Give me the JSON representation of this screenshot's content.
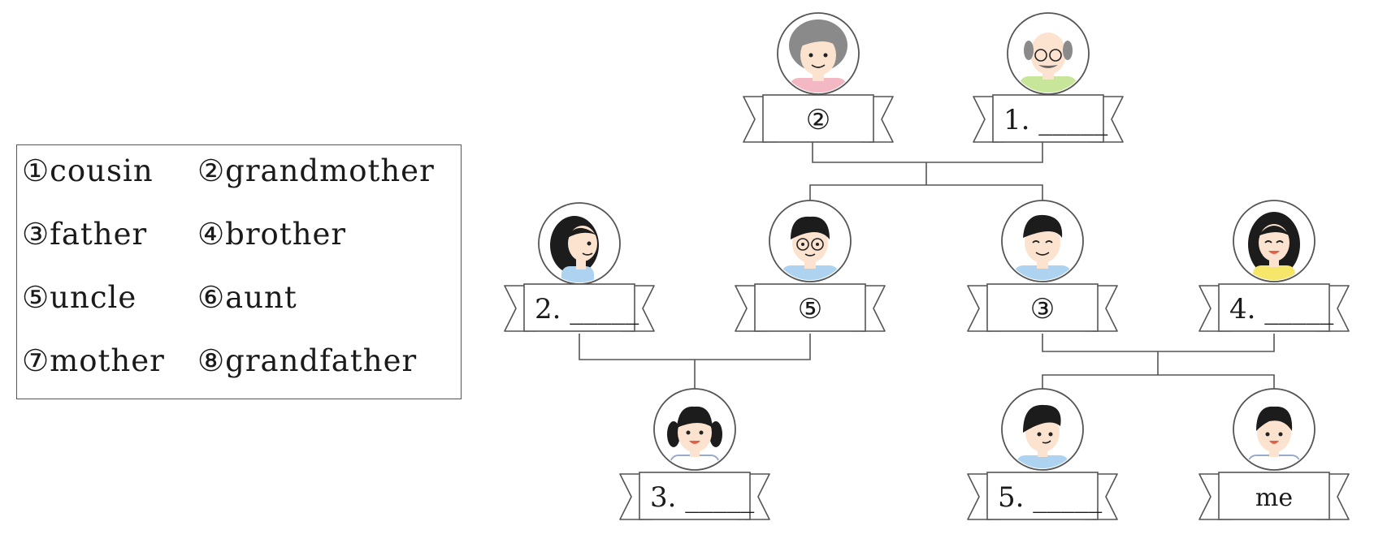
{
  "word_box": {
    "items": [
      {
        "num": "①",
        "word": "cousin"
      },
      {
        "num": "②",
        "word": "grandmother"
      },
      {
        "num": "③",
        "word": "father"
      },
      {
        "num": "④",
        "word": "brother"
      },
      {
        "num": "⑤",
        "word": "uncle"
      },
      {
        "num": "⑥",
        "word": "aunt"
      },
      {
        "num": "⑦",
        "word": "mother"
      },
      {
        "num": "⑧",
        "word": "grandfather"
      }
    ]
  },
  "tree": {
    "labels": {
      "grandma": "②",
      "grandpa": "1. _____",
      "aunt": "2. _____",
      "uncle": "⑤",
      "father": "③",
      "mother": "4. _____",
      "cousin": "3. _____",
      "brother": "5. _____",
      "me": "me"
    }
  },
  "colors": {
    "line": "#555555",
    "banner": "#ffffff",
    "skin": "#fbe3d0",
    "hair_dark": "#1c1c1c",
    "hair_grey": "#8a8a8a",
    "shirt_pink": "#f4b8c4",
    "shirt_green": "#c8e69a",
    "shirt_blue": "#aed3f0",
    "shirt_yellow": "#f6e66a"
  }
}
